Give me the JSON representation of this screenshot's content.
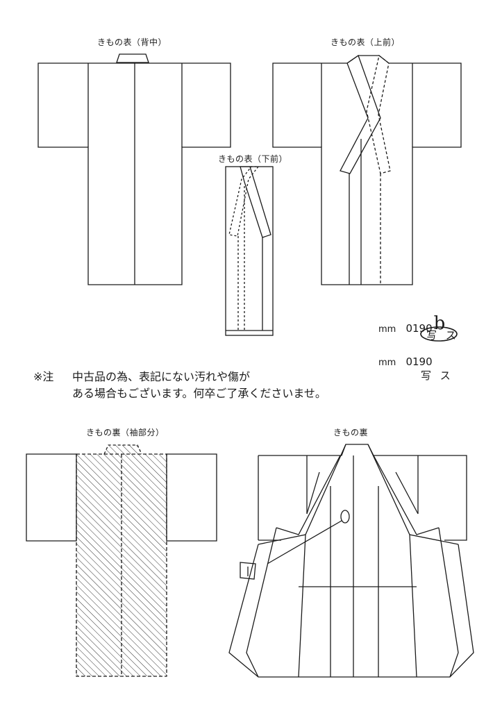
{
  "labels": {
    "back": "きもの表（背中）",
    "front_upper": "きもの表（上前）",
    "front_lower": "きもの表（下前）",
    "lining_sleeve": "きもの裏（袖部分）",
    "lining": "きもの裏"
  },
  "note": {
    "marker": "※注",
    "line1": "中古品の為、表記にない汚れや傷が",
    "line2": "ある場合もございます。何卒ご了承くださいませ。"
  },
  "codes": {
    "first": {
      "prefix": "mm",
      "number": "0190",
      "handwritten": "b",
      "sub": "写 ス"
    },
    "second": {
      "prefix": "mm",
      "number": "0190",
      "sub": "写 ス"
    }
  },
  "colors": {
    "line": "#1a1a1a",
    "hatch": "#333333",
    "background": "#ffffff"
  }
}
